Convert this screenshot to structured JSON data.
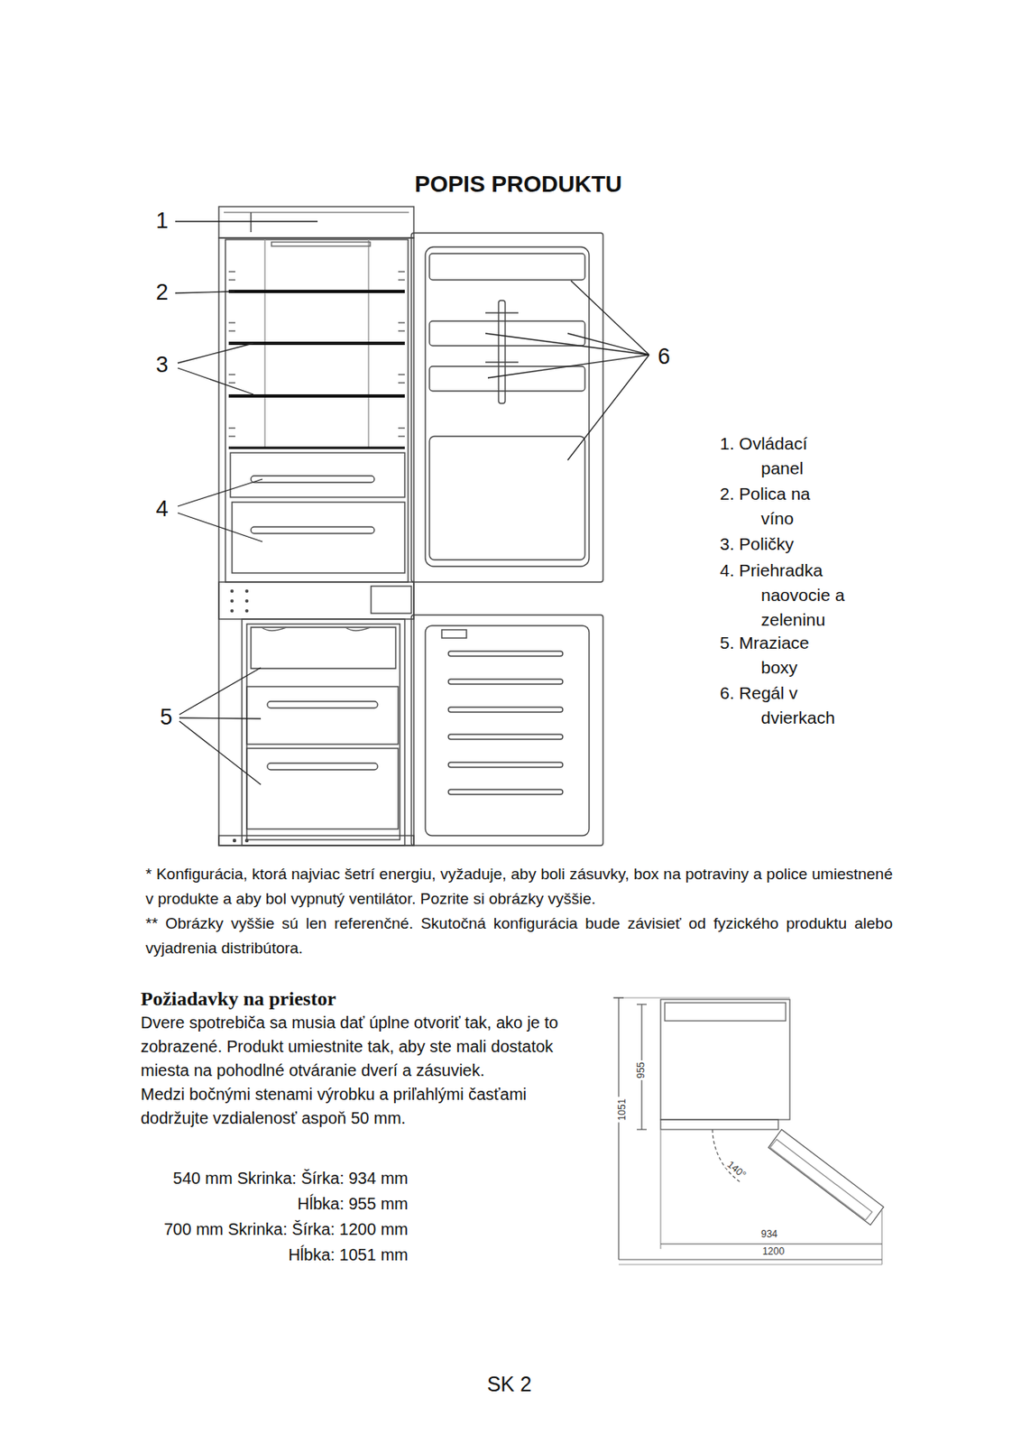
{
  "diagram": {
    "title": "POPIS PRODUKTU",
    "labels": [
      "1",
      "2",
      "3",
      "4",
      "5",
      "6",
      "1. Ovládací panel",
      "2. Polica na víno",
      "3. Poličky",
      "4. Priehradka naovocie a zeleninu",
      "5. Mraziace boxy",
      "6. Regál v dvierkach",
      "* Konfigurácia, ktorá najviac šetrí energiu, vyžaduje, aby boli zásuvky, box na potraviny a police umiestnené v produkte a aby bol vypnutý ventilátor. Pozrite si obrázky vyššie.",
      "** Obrázky vyššie sú len referenčné. Skutočná konfigurácia bude závisieť od fyzického produktu alebo vyjadrenia distribútora.",
      "Požiadavky na priestor",
      "Dvere spotrebiča sa musia dať úplne otvoriť tak, ako je to zobrazené. Produkt umiestnite tak, aby ste mali dostatok miesta na pohodlné otváranie dverí a zásuviek.",
      "Medzi bočnými stenami výrobku a priľahlými časťami dodržujte vzdialenosť aspoň 50 mm.",
      "540 mm Skrinka: Šírka: 934 mm",
      "Hĺbka: 955 mm",
      "700 mm Skrinka: Šírka: 1200 mm",
      "Hĺbka: 1051 mm",
      "1051",
      "955",
      "140°",
      "934",
      "1200",
      "SK 2"
    ]
  }
}
